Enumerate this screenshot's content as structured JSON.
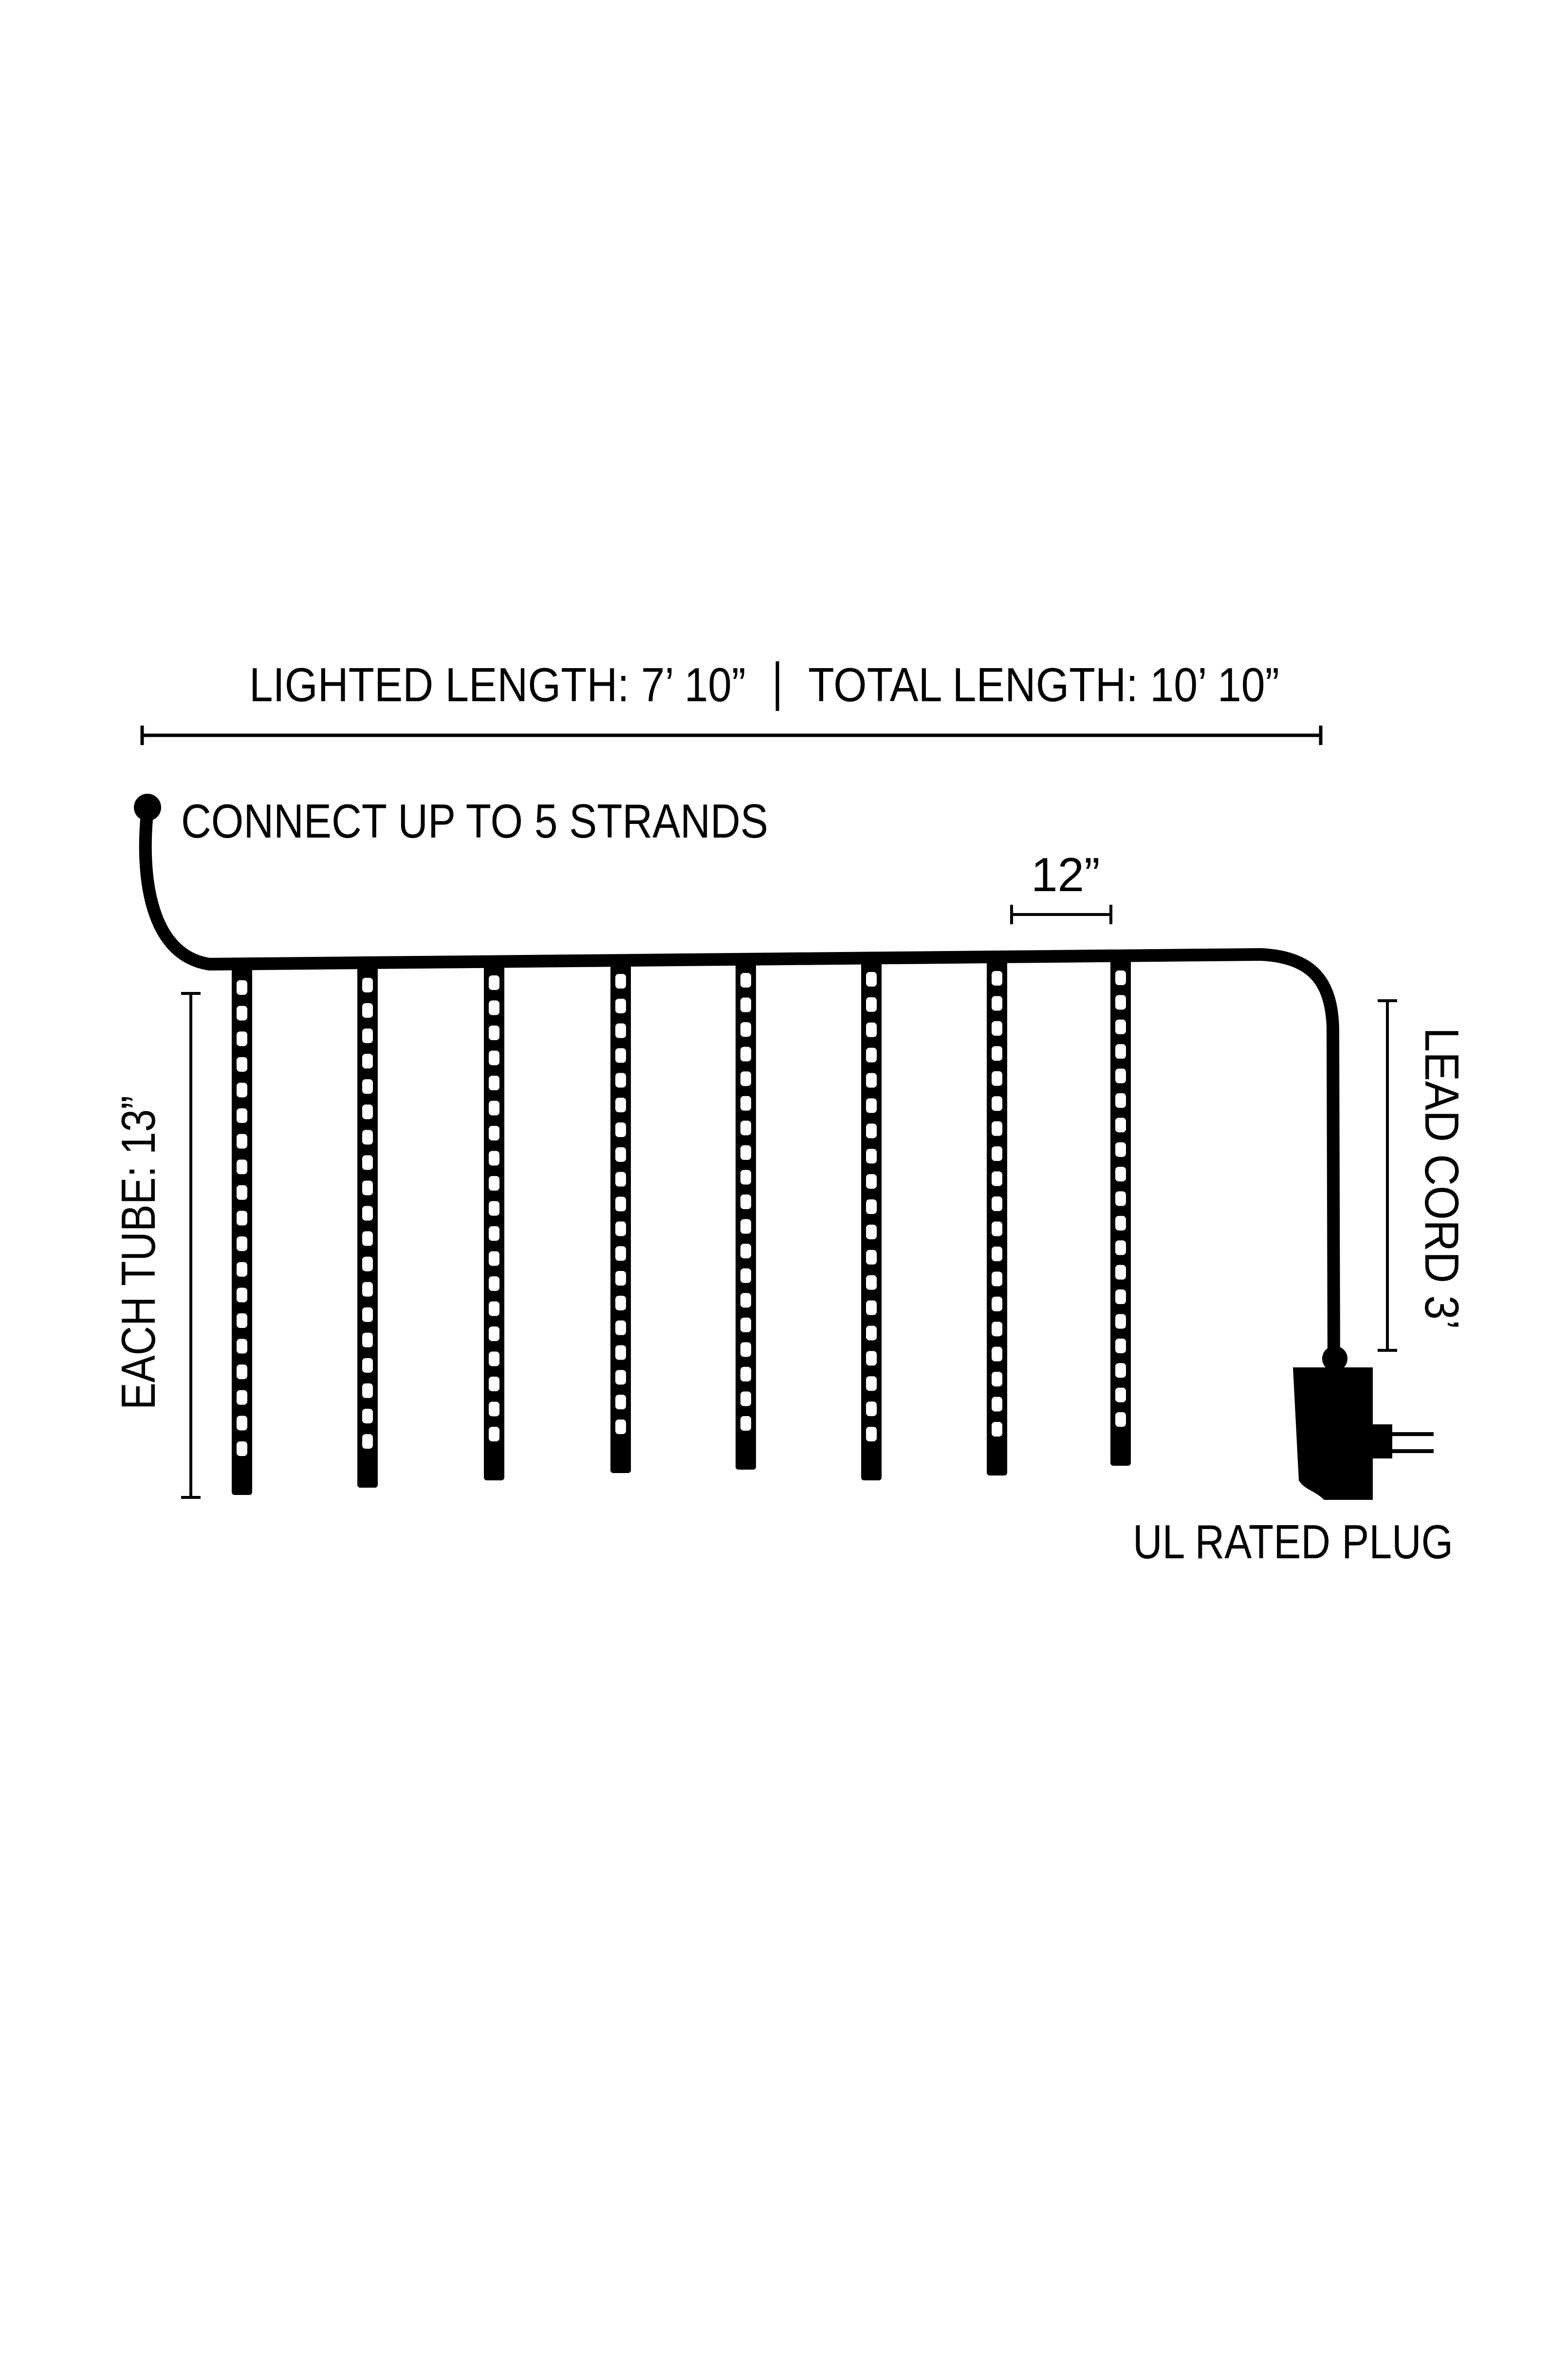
{
  "labels": {
    "lighted_length": "LIGHTED LENGTH:  7’ 10”",
    "total_length": "TOTAL LENGTH:  10’ 10”",
    "connect": "CONNECT UP TO 5 STRANDS",
    "spacing": "12”",
    "each_tube": "EACH TUBE:  13”",
    "lead_cord": "LEAD CORD 3’",
    "plug": "UL RATED PLUG"
  },
  "strand": {
    "tube_count": 8,
    "leds_per_tube": 19
  },
  "colors": {
    "line": "#000000",
    "led": "#ffffff",
    "background": "#ffffff"
  }
}
